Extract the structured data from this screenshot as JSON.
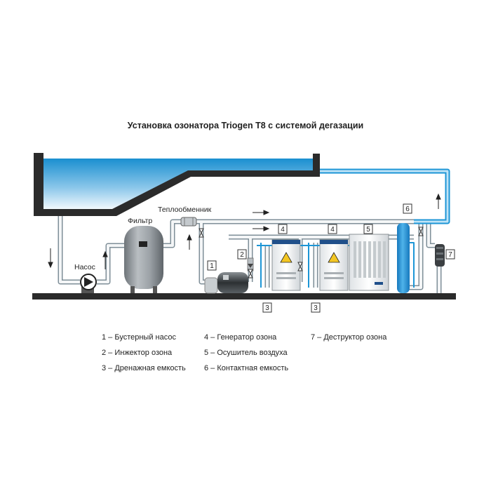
{
  "title": "Установка озонатора Triogen T8 с системой дегазации",
  "labels": {
    "filter": "Фильтр",
    "heat_exchanger": "Теплообменник",
    "pump": "Насос"
  },
  "markers": {
    "m1": "1",
    "m2": "2",
    "m3a": "3",
    "m3b": "3",
    "m4a": "4",
    "m4b": "4",
    "m5": "5",
    "m6": "6",
    "m7": "7"
  },
  "legend": {
    "col1": [
      "1 – Бустерный насос",
      "2 – Инжектор озона",
      "3 – Дренажная емкость"
    ],
    "col2": [
      "4 – Генератор озона",
      "5 – Осушитель воздуха",
      "6 – Контактная емкость"
    ],
    "col3": [
      "7 – Деструктор озона"
    ]
  },
  "colors": {
    "ground": "#2b2b2b",
    "pipe_outline": "#7f8f98",
    "pipe_fill": "#f4f6f7",
    "blue_pipe": "#1d96d6",
    "water_top": "#1a8fd0",
    "water_bottom": "#ffffff",
    "contact_tank": "#2a9ad8"
  }
}
